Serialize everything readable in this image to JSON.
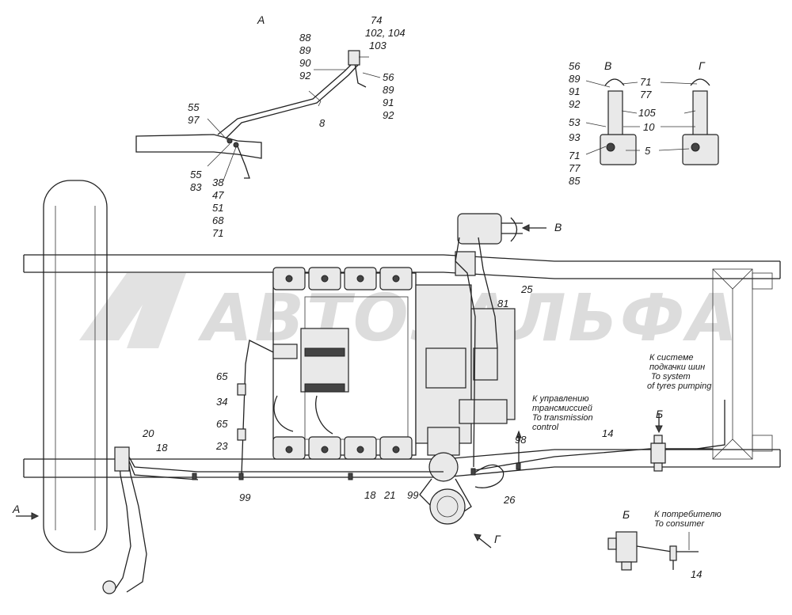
{
  "watermark": {
    "text": "АВТОЗАЛЬФА"
  },
  "views": {
    "a": "А",
    "v": "В",
    "g": "Г",
    "b": "Б"
  },
  "callouts": {
    "viewA": {
      "left_stack": [
        "88",
        "89",
        "90",
        "92"
      ],
      "top_stack": [
        "74",
        "102, 104",
        "103"
      ],
      "right_stack": [
        "56",
        "89",
        "91",
        "92"
      ],
      "pipe": "8",
      "upper_left": [
        "55",
        "97"
      ],
      "lower_left": [
        "55",
        "83"
      ],
      "bottom_stack": [
        "38",
        "47",
        "51",
        "68",
        "71"
      ]
    },
    "viewV": {
      "left_top": [
        "56",
        "89",
        "91",
        "92"
      ],
      "left_mid": [
        "53",
        "93"
      ],
      "left_bottom": [
        "71",
        "77",
        "85"
      ],
      "right_items": [
        "71",
        "77",
        "105",
        "10",
        "5"
      ]
    },
    "main": {
      "l25": "25",
      "l81": "81",
      "l65a": "65",
      "l34": "34",
      "l65b": "65",
      "l23": "23",
      "l20": "20",
      "l18a": "18",
      "l99a": "99",
      "l18b": "18",
      "l21": "21",
      "l99b": "99",
      "l26": "26",
      "l98": "98",
      "l14a": "14",
      "l14b": "14"
    }
  },
  "notes": {
    "tyres_ru": [
      "К системе",
      "подкачки шин"
    ],
    "tyres_en": [
      "To system",
      "of tyres pumping"
    ],
    "trans_ru": [
      "К управлению",
      "трансмиссией"
    ],
    "trans_en": [
      "To transmission",
      "control"
    ],
    "consumer_ru": "К потребителю",
    "consumer_en": "To consumer"
  }
}
